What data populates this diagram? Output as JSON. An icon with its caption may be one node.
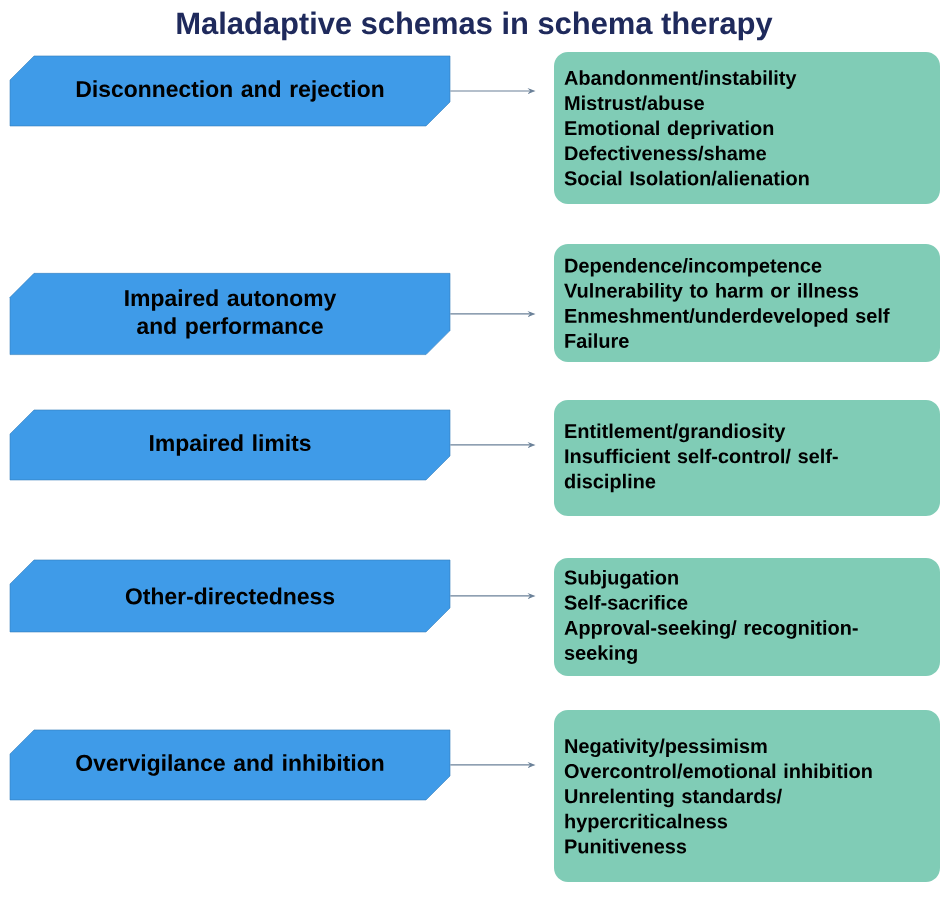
{
  "diagram": {
    "title": "Maladaptive schemas in schema therapy",
    "nodes": [
      {
        "text": [
          "Disconnection and rejection"
        ]
      },
      {
        "text": [
          "Abandonment/instability",
          "Mistrust/abuse",
          "Emotional deprivation",
          "Defectiveness/shame",
          "Social Isolation/alienation"
        ]
      },
      {
        "text": [
          "Impaired autonomy and performance"
        ]
      },
      {
        "text": [
          "Dependence/incompetence",
          "Vulnerability to harm or illness",
          "Enmeshment/underdeveloped self",
          "Failure"
        ]
      },
      {
        "text": [
          "Impaired limits"
        ]
      },
      {
        "text": [
          "Entitlement/grandiosity",
          "Insufficient self-control/ self-discipline"
        ]
      },
      {
        "text": [
          "Other-directedness"
        ]
      },
      {
        "text": [
          "Subjugation",
          "Self-sacrifice",
          "Approval-seeking/ recognition-seeking"
        ]
      },
      {
        "text": [
          "Overvigilance and inhibition"
        ]
      },
      {
        "text": [
          "Negativity/pessimism",
          "Overcontrol/emotional inhibition",
          "Unrelenting standards/ hypercriticalness",
          "Punitiveness"
        ]
      }
    ],
    "edges": [
      {
        "from": 0,
        "to": 1,
        "arrow": "to"
      },
      {
        "from": 2,
        "to": 3,
        "arrow": "to"
      },
      {
        "from": 4,
        "to": 5,
        "arrow": "to"
      },
      {
        "from": 6,
        "to": 7,
        "arrow": "to"
      },
      {
        "from": 8,
        "to": 9,
        "arrow": "to"
      }
    ]
  }
}
